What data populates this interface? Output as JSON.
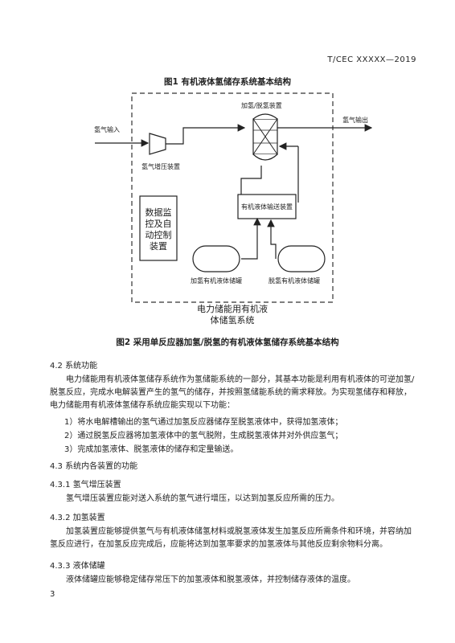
{
  "header": {
    "code": "T/CEC XXXXX—2019"
  },
  "figure1": {
    "caption": "图1 有机液体氢储存系统基本结构"
  },
  "figure2": {
    "caption": "图2 采用单反应器加氢/脱氢的有机液体氢储存系统基本结构",
    "labels": {
      "h2_input": "氢气输入",
      "h2_output": "氢气输出",
      "compressor": "氢气增压装置",
      "reactor": "加氢/脱氢装置",
      "pump": "有机液体输送装置",
      "hydro_tank": "加氢有机液体储罐",
      "dehydro_tank": "脱氢有机液体储罐",
      "control_line1": "数据监",
      "control_line2": "控及自",
      "control_line3": "动控制",
      "control_line4": "装置",
      "system_line1": "电力储能用有机液",
      "system_line2": "体储氢系统"
    }
  },
  "sections": {
    "s42_title": "4.2  系统功能",
    "s42_p1_l1": "电力储能用有机液体氢储存系统作为氢储能系统的一部分，其基本功能是利用有机液体的可逆加氢/",
    "s42_p1_l2": "脱氢反应，完成水电解装置产生的氢气的储存，并按照氢储能系统的需求释放。为实现氢储存和释放，",
    "s42_p1_l3": "电力储能用有机液体氢储存系统应能实现以下功能：",
    "s42_item1": "1）将水电解槽输出的氢气通过加氢反应器储存至脱氢液体中，获得加氢液体；",
    "s42_item2": "2）通过脱氢反应器将加氢液体中的氢气脱附，生成脱氢液体并对外供应氢气；",
    "s42_item3": "3）完成加氢液体、脱氢液体的储存和定量输送。",
    "s43_title": "4.3  系统内各装置的功能",
    "s431_title": "4.3.1  氢气增压装置",
    "s431_text": "氢气增压装置应能对送入系统的氢气进行增压，以达到加氢反应所需的压力。",
    "s432_title": "4.3.2  加氢装置",
    "s432_l1": "加氢装置应能够提供氢气与有机液体储氢材料或脱氢液体发生加氢反应所需条件和环境，并容纳加",
    "s432_l2": "氢反应进行，在加氢反应完成后，应能将达到加氢率要求的加氢液体与其他反应剩余物料分离。",
    "s433_title": "4.3.3  液体储罐",
    "s433_text": "液体储罐应能够稳定储存常压下的加氢液体和脱氢液体，并控制储存液体的温度。"
  },
  "footer": {
    "page_number": "3"
  }
}
